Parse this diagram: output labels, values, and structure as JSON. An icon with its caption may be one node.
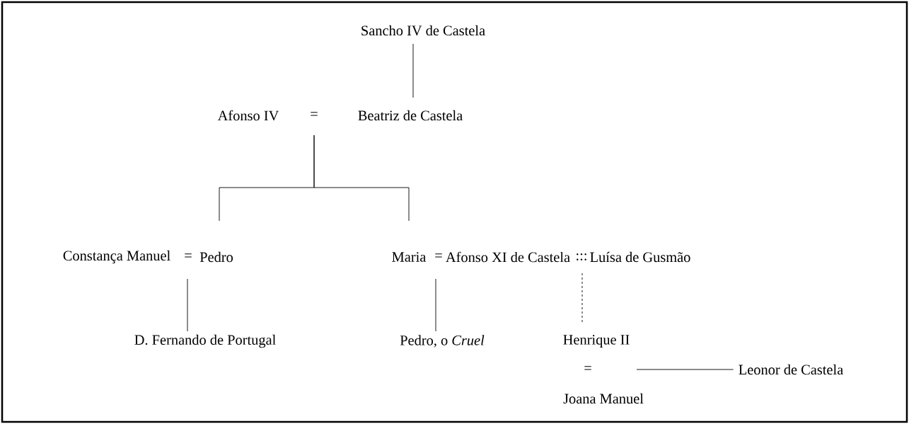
{
  "diagram": {
    "nodes": [
      {
        "text": [
          "Sancho IV de Castela"
        ]
      },
      {
        "text": [
          "Afonso IV"
        ]
      },
      {
        "text": [
          "Beatriz de Castela"
        ]
      },
      {
        "text": [
          "Constança Manuel"
        ]
      },
      {
        "text": [
          "Pedro"
        ]
      },
      {
        "text": [
          "Maria"
        ]
      },
      {
        "text": [
          "Afonso XI de Castela"
        ]
      },
      {
        "text": [
          "Luísa de Gusmão"
        ]
      },
      {
        "text": [
          "D. Fernando de Portugal"
        ]
      },
      {
        "text": [
          "Pedro, o *Cruel*"
        ]
      },
      {
        "text": [
          "Henrique II"
        ]
      },
      {
        "text": [
          "Joana Manuel"
        ]
      },
      {
        "text": [
          "Leonor de Castela"
        ]
      }
    ],
    "edges": [
      {
        "from": 0,
        "to": 2,
        "arrow": "none"
      },
      {
        "from": 1,
        "to": 4,
        "arrow": "none"
      },
      {
        "from": 1,
        "to": 5,
        "arrow": "none"
      },
      {
        "from": 4,
        "to": 8,
        "arrow": "none"
      },
      {
        "from": 6,
        "to": 9,
        "arrow": "none"
      },
      {
        "from": 7,
        "to": 10,
        "arrow": "none",
        "style": "dashed"
      },
      {
        "from": null,
        "to": 12,
        "arrow": "none"
      }
    ],
    "labels": [
      "=",
      "=",
      "=",
      ":::",
      "="
    ]
  }
}
